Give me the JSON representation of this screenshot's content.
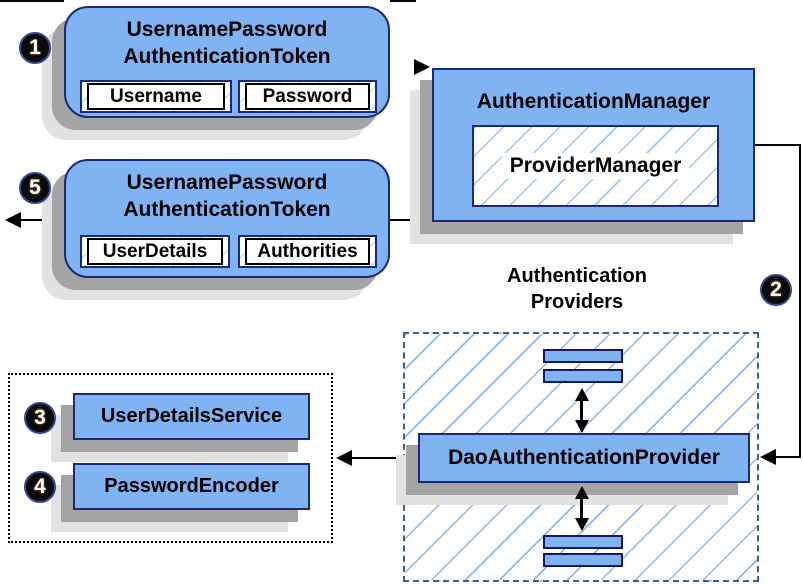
{
  "nodes": {
    "request_token": {
      "title_line1": "UsernamePassword",
      "title_line2": "AuthenticationToken",
      "fields": [
        "Username",
        "Password"
      ]
    },
    "auth_manager": {
      "title": "AuthenticationManager",
      "inner": "ProviderManager"
    },
    "response_token": {
      "title_line1": "UsernamePassword",
      "title_line2": "AuthenticationToken",
      "fields": [
        "UserDetails",
        "Authorities"
      ]
    },
    "providers_label": {
      "line1": "Authentication",
      "line2": "Providers"
    },
    "dao_provider": {
      "title": "DaoAuthenticationProvider"
    },
    "collaborators": {
      "items": [
        "UserDetailsService",
        "PasswordEncoder"
      ]
    }
  },
  "markers": {
    "step1": "1",
    "step2": "2",
    "step3": "3",
    "step4": "4",
    "step5": "5"
  },
  "colors": {
    "node_fill": "#7fb3f2",
    "node_border": "#1d2878",
    "hatch_line_large": "#8fb9e2",
    "hatch_line_small": "#c4daf4",
    "dashed_border": "#36618f",
    "dotted_border": "#000000",
    "shadow_dark": "#a4a4a4",
    "shadow_light": "#e2e2e2",
    "connector": "#000000",
    "marker_bg": "#0b0b0b",
    "marker_text": "#ffffff"
  }
}
